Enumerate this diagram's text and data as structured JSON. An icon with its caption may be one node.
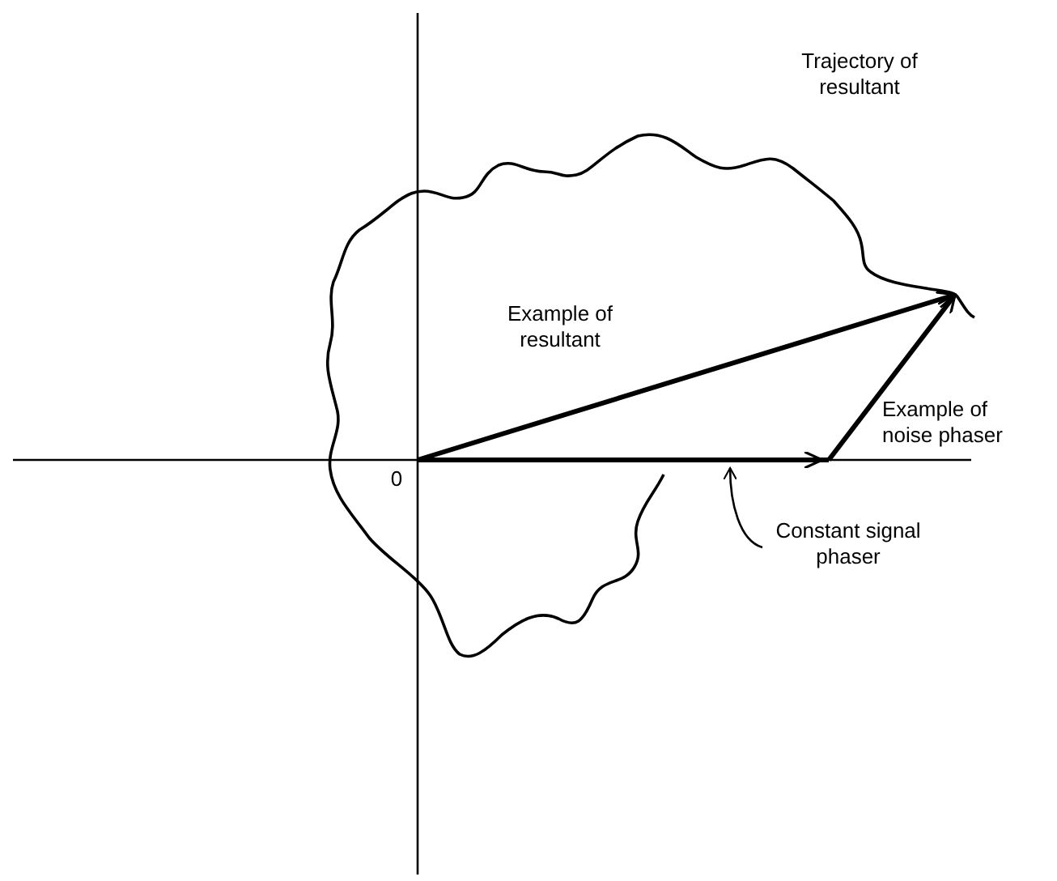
{
  "diagram": {
    "nodes": [
      {
        "text": [
          "Constant signal phaser"
        ]
      },
      {
        "text": [],
        "shape": "line"
      }
    ],
    "edges": [
      {
        "from": 0,
        "to": 1,
        "arrow": "to"
      }
    ],
    "labels": [
      "Trajectory of resultant",
      "Example of resultant",
      "Example of noise phaser",
      "0"
    ]
  }
}
